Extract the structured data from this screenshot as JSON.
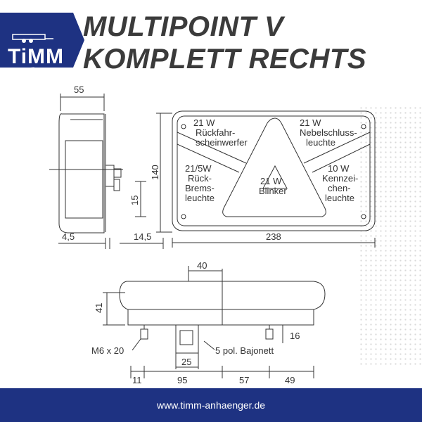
{
  "brand": {
    "name": "TiMM",
    "subtitle": "ANHÄNGER",
    "colors": {
      "primary": "#1e3282",
      "text": "#3b3b3b"
    }
  },
  "title": {
    "line1": "MULTIPOINT V",
    "line2": "KOMPLETT RECHTS"
  },
  "side_view": {
    "dims": {
      "width": "55",
      "rear": "4,5",
      "mount": "14,5",
      "height": "140",
      "offset": "15"
    }
  },
  "front_view": {
    "width": "238",
    "segments": {
      "top_left": {
        "watt": "21 W",
        "line1": "Rückfahr-",
        "line2": "scheinwerfer"
      },
      "top_right": {
        "watt": "21 W",
        "line1": "Nebelschluss-",
        "line2": "leuchte"
      },
      "mid_left": {
        "watt": "21/5W",
        "line1": "Rück-",
        "line2": "Brems-",
        "line3": "leuchte"
      },
      "center": {
        "watt": "21 W",
        "line1": "Blinker"
      },
      "mid_right": {
        "watt": "10 W",
        "line1": "Kennzei-",
        "line2": "chen-",
        "line3": "leuchte"
      }
    }
  },
  "bottom_view": {
    "dims": {
      "connector_span": "40",
      "height": "41",
      "bolt_len": "16",
      "conn_width": "25",
      "seg1": "11",
      "seg2": "95",
      "seg3": "57",
      "seg4": "49"
    },
    "labels": {
      "bolt": "M6 x 20",
      "connector": "5 pol. Bajonett"
    }
  },
  "footer": {
    "url": "www.timm-anhaenger.de"
  }
}
